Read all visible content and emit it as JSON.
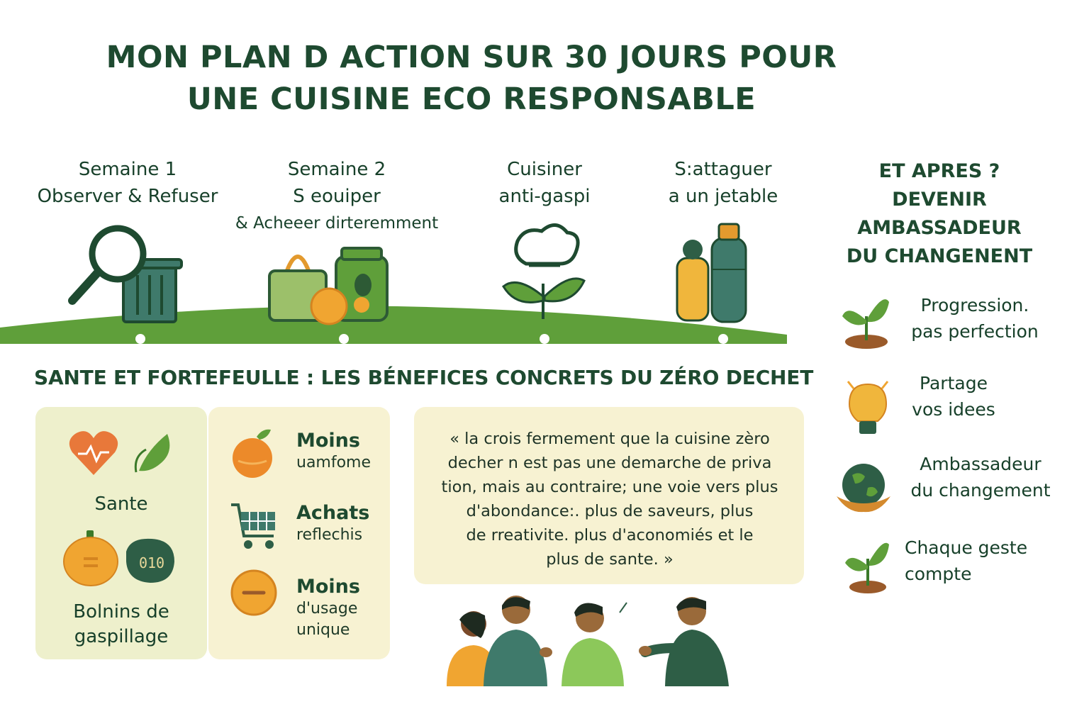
{
  "title": {
    "line1": "MON PLAN D ACTION SUR 30 JOURS POUR",
    "line2": "UNE CUISINE ECO  RESPONSABLE"
  },
  "weeks": [
    {
      "line1": "Semaine 1",
      "line2": "Observer & Refuser",
      "line3": ""
    },
    {
      "line1": "Semaine 2",
      "line2": "S eouiper",
      "line3": "& Acheeer dirteremment"
    },
    {
      "line1": "Cuisiner",
      "line2": "anti-gaspi",
      "line3": ""
    },
    {
      "line1": "S:attaguer",
      "line2": "a un jetable",
      "line3": ""
    }
  ],
  "after": {
    "title_lines": [
      "ET APRES ?",
      "DEVENIR",
      "AMBASSADEUR",
      "DU CHANGENENT"
    ],
    "items": [
      {
        "line1": "Progression.",
        "line2": "pas perfection",
        "icon": "sprout-icon"
      },
      {
        "line1": "Partage",
        "line2": "vos idees",
        "icon": "lightbulb-icon"
      },
      {
        "line1": "Ambassadeur",
        "line2": "du changement",
        "icon": "globe-hands-icon"
      },
      {
        "line1": "Chaque geste",
        "line2": "compte",
        "icon": "sprout-icon"
      }
    ]
  },
  "benefits": {
    "section_title": "SANTE ET FORTEFEULLE : LES BÉNEFICES CONCRETS DU ZÉRO DECHET",
    "health_label": "Sante",
    "waste_label_line1": "Bolnins de",
    "waste_label_line2": "gaspillage",
    "badge_text": "010",
    "money": [
      {
        "title": "Moins",
        "sub1": "uamfome",
        "sub2": "",
        "icon": "orange-icon"
      },
      {
        "title": "Achats",
        "sub1": "reflechis",
        "sub2": "",
        "icon": "cart-icon"
      },
      {
        "title": "Moins",
        "sub1": "d'usage",
        "sub2": "unique",
        "icon": "minus-coin-icon"
      }
    ],
    "quote_lines": [
      "« la crois fermement que la cuisine zèro",
      "decher n est pas une demarche de priva",
      "tion, mais au contraire; une voie vers plus",
      "d'abondance:. plus de saveurs, plus",
      "de rreativite. plus d'aconomiés et le",
      "plus de sante. »"
    ]
  },
  "colors": {
    "dark_green": "#1e4a30",
    "teal": "#3f7a6b",
    "grass": "#5f9f3a",
    "orange": "#f0a531",
    "cream": "#f7f2d2"
  }
}
